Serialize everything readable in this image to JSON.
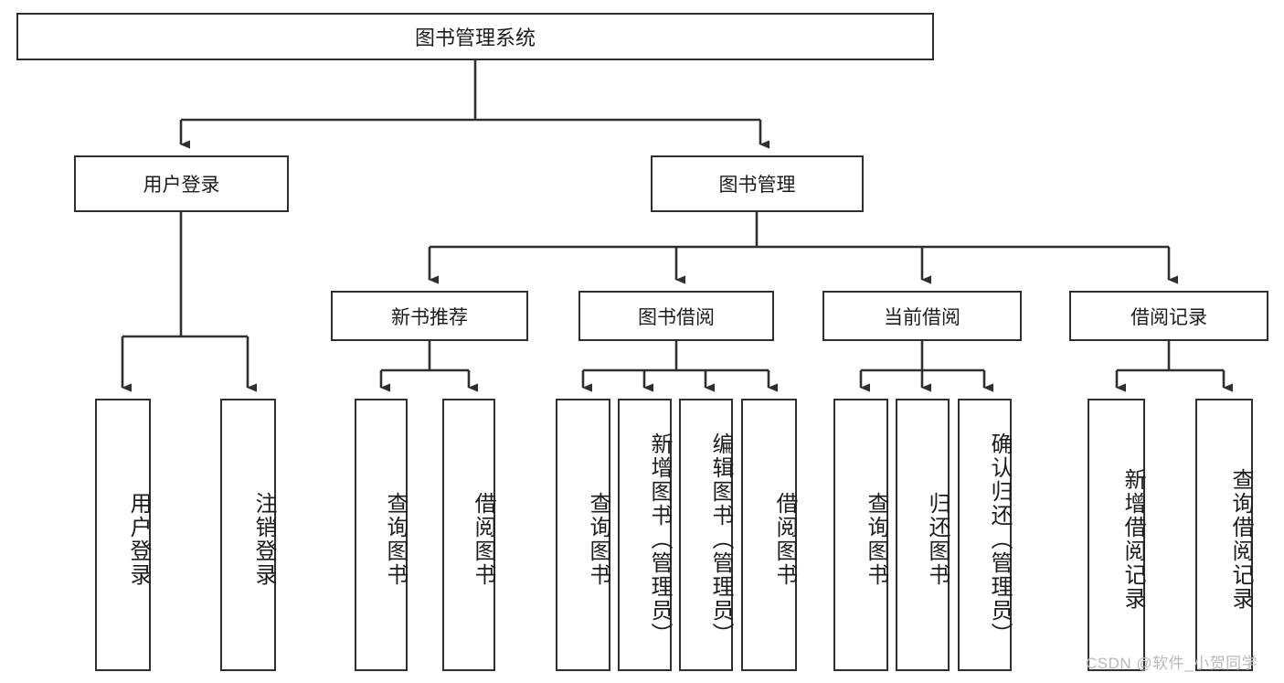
{
  "diagram": {
    "type": "tree-hierarchy",
    "title": "图书管理系统",
    "watermark": "CSDN @软件_小贺同学",
    "colors": {
      "box_border": "#2f2f2f",
      "box_fill": "#ffffff",
      "connector": "#2f2f2f",
      "text": "#1c1c1c",
      "watermark": "#b9b9b9"
    },
    "levels": {
      "root": "图书管理系统",
      "level2": [
        "用户登录",
        "图书管理"
      ],
      "level3": [
        "新书推荐",
        "图书借阅",
        "当前借阅",
        "借阅记录"
      ]
    },
    "nodes": {
      "root": {
        "label": "图书管理系统"
      },
      "user_login": {
        "label": "用户登录"
      },
      "book_manage": {
        "label": "图书管理"
      },
      "new_book_rec": {
        "label": "新书推荐"
      },
      "book_borrow": {
        "label": "图书借阅"
      },
      "current_borrow": {
        "label": "当前借阅"
      },
      "borrow_record": {
        "label": "借阅记录"
      }
    },
    "leaves": {
      "user_login": [
        "用户登录",
        "注销登录"
      ],
      "new_book_rec": [
        "查询图书",
        "借阅图书"
      ],
      "book_borrow": [
        "查询图书",
        "新增图书（管理员）",
        "编辑图书（管理员）",
        "借阅图书"
      ],
      "current_borrow": [
        "查询图书",
        "归还图书",
        "确认归还（管理员）"
      ],
      "borrow_record": [
        "新增借阅记录",
        "查询借阅记录"
      ]
    }
  }
}
